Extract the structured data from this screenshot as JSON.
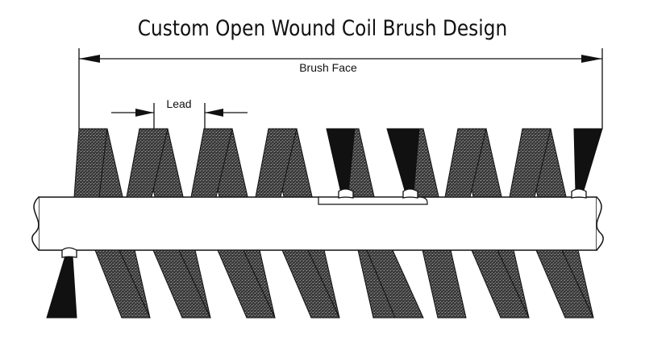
{
  "diagram": {
    "title": "Custom Open Wound Coil Brush Design",
    "dimensions": {
      "brush_face_label": "Brush Face",
      "lead_label": "Lead"
    },
    "colors": {
      "ink": "#111111",
      "filament_fill": "#3a3a3a",
      "filament_texture": "#8a8a8a",
      "background": "#ffffff"
    }
  }
}
